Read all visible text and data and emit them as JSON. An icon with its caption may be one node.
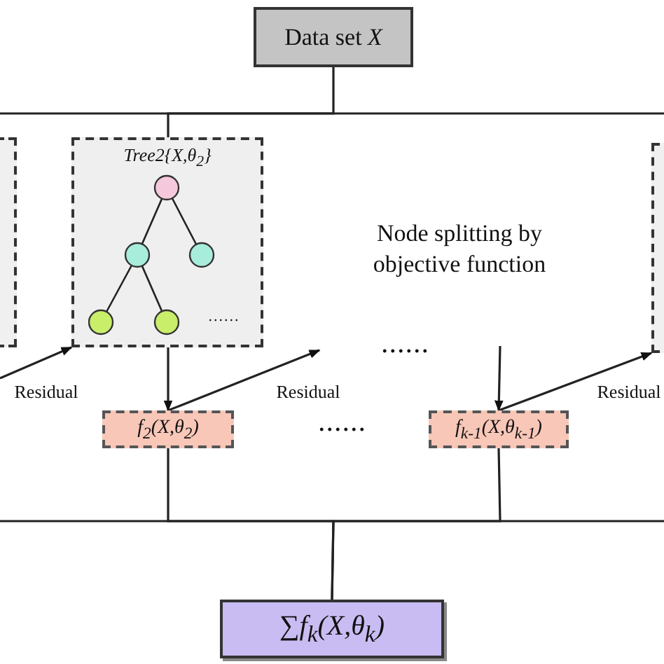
{
  "diagram": {
    "nodes": [
      {
        "text": [
          "Data set *X*"
        ]
      },
      {
        "text": [],
        "shape": "box"
      },
      {
        "text": [
          "Tree2{X,θ$_{2}$}"
        ]
      },
      {
        "text": [],
        "shape": "box"
      },
      {
        "text": [
          "f$_{2}$(X,θ$_{2}$)"
        ]
      },
      {
        "text": [
          "f$_{k-1}$(X,θ$_{k-1}$)"
        ]
      },
      {
        "text": [
          "∑f$_{k}$(X,θ$_{k}$)"
        ]
      }
    ],
    "edges": [
      {
        "from": 0,
        "to": 2,
        "arrow": "none"
      },
      {
        "from": null,
        "to": 2,
        "arrow": "to",
        "label": "Residual"
      },
      {
        "from": 2,
        "to": 4,
        "arrow": "to"
      },
      {
        "from": 4,
        "to": null,
        "arrow": "to",
        "label": "Residual"
      },
      {
        "from": null,
        "to": 5,
        "arrow": "to"
      },
      {
        "from": 5,
        "to": 3,
        "arrow": "to",
        "label": "Residual"
      },
      {
        "from": 4,
        "to": 6,
        "arrow": "none"
      },
      {
        "from": 5,
        "to": 6,
        "arrow": "none"
      }
    ],
    "labels": [
      "......",
      "Node splitting by objective function",
      "......",
      "......"
    ]
  }
}
